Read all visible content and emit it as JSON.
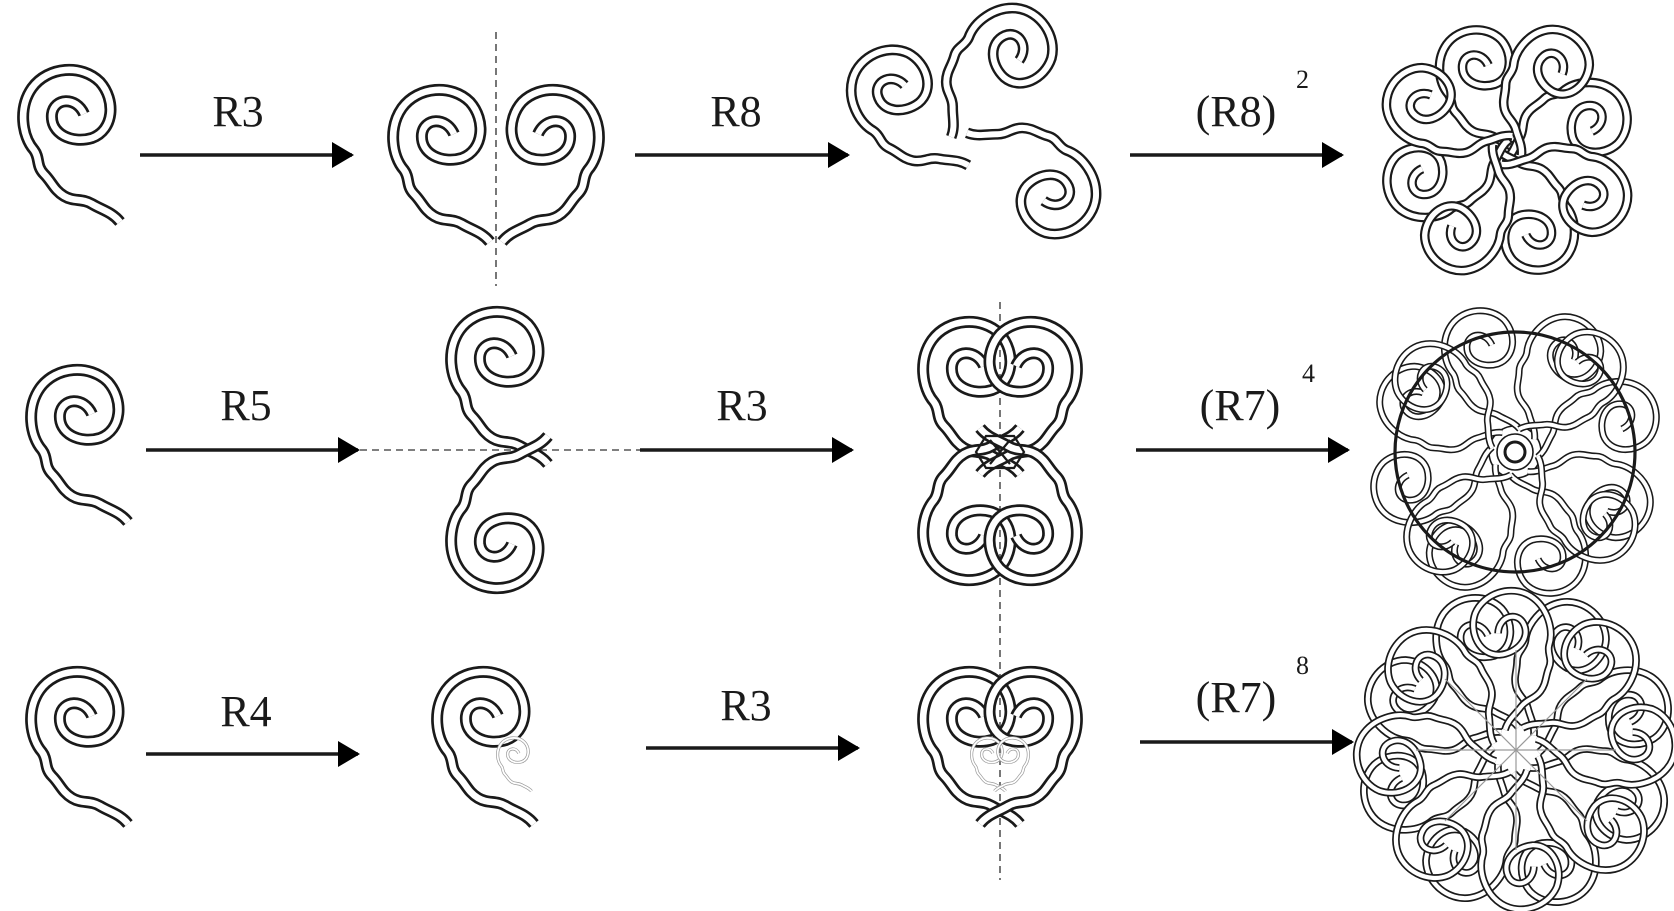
{
  "rows": [
    {
      "steps": [
        {
          "label": "R3",
          "exp": ""
        },
        {
          "label": "R8",
          "exp": ""
        },
        {
          "label": "(R8)",
          "exp": "2"
        }
      ]
    },
    {
      "steps": [
        {
          "label": "R5",
          "exp": ""
        },
        {
          "label": "R3",
          "exp": ""
        },
        {
          "label": "(R7)",
          "exp": "4"
        }
      ]
    },
    {
      "steps": [
        {
          "label": "R4",
          "exp": ""
        },
        {
          "label": "R3",
          "exp": ""
        },
        {
          "label": "(R7)",
          "exp": "8"
        }
      ]
    }
  ],
  "ink_color": "#1a1a1a",
  "secondary_ink_color": "#9a9a9a"
}
